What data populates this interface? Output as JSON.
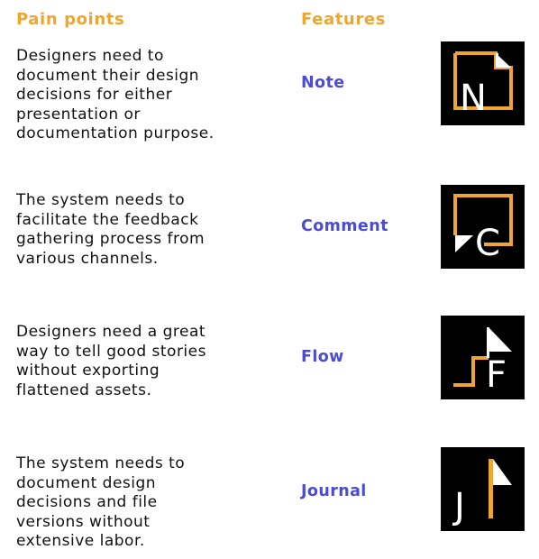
{
  "headers": {
    "pain_points": "Pain points",
    "features": "Features"
  },
  "colors": {
    "header": "#f0a530",
    "feature_link": "#4b4bd6",
    "icon_bg": "#000000",
    "icon_orange": "#f0a530",
    "icon_white": "#ffffff"
  },
  "rows": [
    {
      "pain": "Designers need to\ndocument their design\ndecisions for either\npresentation or\ndocumentation purpose.",
      "feature": "Note",
      "icon": "note-icon",
      "letter": "N"
    },
    {
      "pain": "The system needs to\nfacilitate the feedback\ngathering process from\nvarious channels.",
      "feature": "Comment",
      "icon": "comment-icon",
      "letter": "C"
    },
    {
      "pain": "Designers need a great\nway to tell good stories\nwithout exporting\nflattened assets.",
      "feature": "Flow",
      "icon": "flow-icon",
      "letter": "F"
    },
    {
      "pain": "The system needs to\ndocument design\ndecisions and file\nversions without\nextensive labor.",
      "feature": "Journal",
      "icon": "journal-icon",
      "letter": "J"
    }
  ]
}
